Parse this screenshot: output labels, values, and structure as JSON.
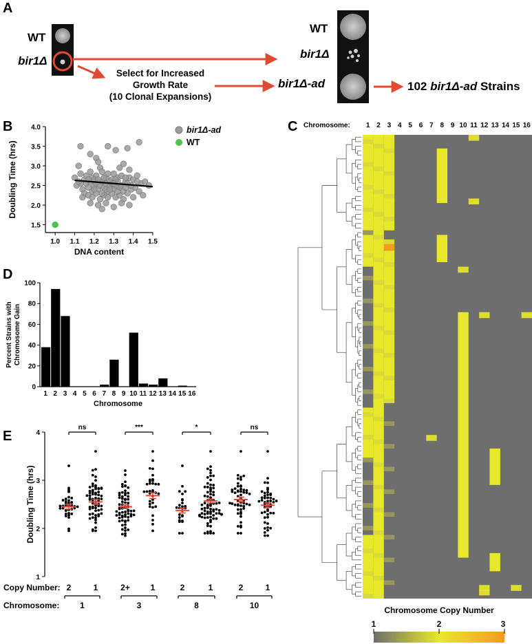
{
  "panel_a": {
    "letter": "A",
    "wt_label": "WT",
    "bir1_label": "bir1Δ",
    "select_text_1": "Select for Increased",
    "select_text_2": "Growth Rate",
    "select_text_3": "(10 Clonal Expansions)",
    "result_wt": "WT",
    "result_bir1": "bir1Δ",
    "result_ad": "bir1Δ-ad",
    "strains_count": "102",
    "strains_name": "bir1Δ-ad",
    "strains_suffix": "Strains",
    "colors": {
      "arrow": "#e04a33",
      "plate": "#111111",
      "circle": "#e04a33"
    }
  },
  "panel_b": {
    "letter": "B",
    "chart_data": {
      "type": "scatter",
      "xlabel": "DNA content",
      "ylabel": "Doubling Time (hrs)",
      "xlim": [
        0.95,
        1.5
      ],
      "ylim": [
        1.3,
        4.0
      ],
      "xticks": [
        "1.0",
        "1.1",
        "1.2",
        "1.3",
        "1.4",
        "1.5"
      ],
      "yticks": [
        "1.5",
        "2.0",
        "2.5",
        "3.0",
        "3.5",
        "4.0"
      ],
      "legend_position": "top-right",
      "series": [
        {
          "name": "bir1Δ-ad",
          "color": "#9a9a9a",
          "points": [
            [
              1.13,
              3.5
            ],
            [
              1.18,
              3.3
            ],
            [
              1.21,
              3.2
            ],
            [
              1.27,
              3.5
            ],
            [
              1.31,
              3.4
            ],
            [
              1.37,
              3.45
            ],
            [
              1.43,
              3.6
            ],
            [
              1.12,
              3.0
            ],
            [
              1.22,
              3.1
            ],
            [
              1.23,
              2.95
            ],
            [
              1.33,
              2.95
            ],
            [
              1.35,
              3.05
            ],
            [
              1.38,
              2.9
            ],
            [
              1.1,
              2.7
            ],
            [
              1.13,
              2.8
            ],
            [
              1.15,
              2.65
            ],
            [
              1.18,
              2.85
            ],
            [
              1.19,
              2.7
            ],
            [
              1.21,
              2.75
            ],
            [
              1.23,
              2.6
            ],
            [
              1.24,
              2.85
            ],
            [
              1.26,
              2.7
            ],
            [
              1.27,
              2.8
            ],
            [
              1.29,
              2.65
            ],
            [
              1.3,
              2.8
            ],
            [
              1.32,
              2.7
            ],
            [
              1.34,
              2.75
            ],
            [
              1.36,
              2.6
            ],
            [
              1.38,
              2.7
            ],
            [
              1.4,
              2.65
            ],
            [
              1.42,
              2.75
            ],
            [
              1.44,
              2.55
            ],
            [
              1.46,
              2.6
            ],
            [
              1.48,
              2.5
            ],
            [
              1.11,
              2.5
            ],
            [
              1.13,
              2.55
            ],
            [
              1.14,
              2.4
            ],
            [
              1.16,
              2.55
            ],
            [
              1.17,
              2.45
            ],
            [
              1.18,
              2.6
            ],
            [
              1.19,
              2.35
            ],
            [
              1.2,
              2.5
            ],
            [
              1.21,
              2.55
            ],
            [
              1.22,
              2.4
            ],
            [
              1.23,
              2.5
            ],
            [
              1.24,
              2.6
            ],
            [
              1.25,
              2.45
            ],
            [
              1.26,
              2.55
            ],
            [
              1.27,
              2.35
            ],
            [
              1.28,
              2.5
            ],
            [
              1.29,
              2.55
            ],
            [
              1.3,
              2.4
            ],
            [
              1.31,
              2.5
            ],
            [
              1.32,
              2.6
            ],
            [
              1.33,
              2.45
            ],
            [
              1.34,
              2.5
            ],
            [
              1.35,
              2.35
            ],
            [
              1.36,
              2.45
            ],
            [
              1.37,
              2.55
            ],
            [
              1.39,
              2.4
            ],
            [
              1.41,
              2.45
            ],
            [
              1.43,
              2.35
            ],
            [
              1.15,
              2.3
            ],
            [
              1.17,
              2.25
            ],
            [
              1.19,
              2.2
            ],
            [
              1.21,
              2.3
            ],
            [
              1.23,
              2.15
            ],
            [
              1.25,
              2.25
            ],
            [
              1.27,
              2.2
            ],
            [
              1.29,
              2.3
            ],
            [
              1.31,
              2.2
            ],
            [
              1.33,
              2.25
            ],
            [
              1.35,
              2.15
            ],
            [
              1.37,
              2.3
            ],
            [
              1.4,
              2.2
            ],
            [
              1.45,
              2.25
            ],
            [
              1.18,
              2.05
            ],
            [
              1.22,
              2.0
            ],
            [
              1.26,
              2.05
            ],
            [
              1.3,
              1.95
            ],
            [
              1.34,
              2.05
            ],
            [
              1.38,
              2.0
            ],
            [
              1.24,
              1.9
            ],
            [
              1.2,
              2.65
            ],
            [
              1.25,
              2.7
            ],
            [
              1.28,
              2.6
            ],
            [
              1.16,
              2.75
            ],
            [
              1.31,
              2.65
            ],
            [
              1.12,
              2.6
            ],
            [
              1.26,
              2.4
            ],
            [
              1.22,
              2.65
            ],
            [
              1.28,
              2.4
            ],
            [
              1.3,
              2.55
            ],
            [
              1.24,
              2.3
            ],
            [
              1.32,
              2.35
            ],
            [
              1.36,
              2.7
            ],
            [
              1.2,
              2.4
            ],
            [
              1.14,
              2.2
            ],
            [
              1.42,
              2.6
            ],
            [
              1.39,
              2.5
            ],
            [
              1.17,
              2.65
            ]
          ]
        },
        {
          "name": "WT",
          "color": "#4cc44c",
          "points": [
            [
              1.0,
              1.5
            ]
          ]
        }
      ],
      "trendline": {
        "x": [
          1.1,
          1.5
        ],
        "y": [
          2.63,
          2.47
        ]
      }
    }
  },
  "panel_c": {
    "letter": "C",
    "chromosome_label": "Chromosome:",
    "columns": [
      "1",
      "2",
      "3",
      "4",
      "5",
      "6",
      "7",
      "8",
      "9",
      "10",
      "11",
      "12",
      "13",
      "14",
      "15",
      "16"
    ],
    "n_rows": 102,
    "legend_title": "Chromosome Copy Number",
    "legend_ticks": [
      "1",
      "2",
      "3"
    ],
    "colors": {
      "base": "#6e6e6e",
      "mid": "#e8e82a",
      "high": "#f59b22"
    },
    "gain_blocks": [
      {
        "col": 1,
        "r0": 0,
        "r1": 20
      },
      {
        "col": 1,
        "r0": 22,
        "r1": 28
      },
      {
        "col": 1,
        "r0": 60,
        "r1": 70
      },
      {
        "col": 1,
        "r0": 88,
        "r1": 101
      },
      {
        "col": 2,
        "r0": 0,
        "r1": 101
      },
      {
        "col": 3,
        "r0": 0,
        "r1": 20
      },
      {
        "col": 3,
        "r0": 23,
        "r1": 58
      },
      {
        "col": 8,
        "r0": 3,
        "r1": 14
      },
      {
        "col": 8,
        "r0": 22,
        "r1": 27
      },
      {
        "col": 10,
        "r0": 39,
        "r1": 92
      },
      {
        "col": 13,
        "r0": 69,
        "r1": 76
      },
      {
        "col": 13,
        "r0": 92,
        "r1": 95
      }
    ],
    "high_cells": [
      {
        "col": 3,
        "r": 24
      }
    ],
    "spots": [
      {
        "col": 11,
        "r": 0
      },
      {
        "col": 11,
        "r": 14
      },
      {
        "col": 10,
        "r": 29
      },
      {
        "col": 12,
        "r": 39
      },
      {
        "col": 16,
        "r": 39
      },
      {
        "col": 7,
        "r": 66
      },
      {
        "col": 12,
        "r": 99
      },
      {
        "col": 15,
        "r": 99
      },
      {
        "col": 12,
        "r": 100
      }
    ]
  },
  "panel_d": {
    "letter": "D",
    "chart_data": {
      "type": "bar",
      "categories": [
        "1",
        "2",
        "3",
        "4",
        "5",
        "6",
        "7",
        "8",
        "9",
        "10",
        "11",
        "12",
        "13",
        "14",
        "15",
        "16"
      ],
      "values": [
        38,
        94,
        68,
        0,
        0,
        0,
        2,
        26,
        0,
        52,
        3,
        2,
        8,
        0,
        1,
        0
      ],
      "xlabel": "Chromosome",
      "ylabel": "Percent Strains with Chromosome Gain",
      "ylabel_lines": [
        "Percent Strains with",
        "Chromosome Gain"
      ],
      "ylim": [
        0,
        100
      ],
      "yticks": [
        "0",
        "20",
        "40",
        "60",
        "80",
        "100"
      ]
    }
  },
  "panel_e": {
    "letter": "E",
    "chart_data": {
      "type": "scatter",
      "ylabel": "Doubling Time (hrs)",
      "ylim": [
        1,
        4
      ],
      "yticks": [
        "1",
        "2",
        "3",
        "4"
      ],
      "copy_number_label": "Copy Number:",
      "chromosome_label": "Chromosome:",
      "groups": [
        {
          "chromosome": "1",
          "pairs": [
            {
              "copy": "2",
              "mean": 2.45,
              "sem": 0.05,
              "n": 36,
              "min": 1.95,
              "max": 3.3
            },
            {
              "copy": "1",
              "mean": 2.55,
              "sem": 0.05,
              "n": 66,
              "min": 1.95,
              "max": 3.6
            }
          ],
          "sig": "ns"
        },
        {
          "chromosome": "3",
          "pairs": [
            {
              "copy": "2+",
              "mean": 2.45,
              "sem": 0.04,
              "n": 68,
              "min": 1.85,
              "max": 3.2
            },
            {
              "copy": "1",
              "mean": 2.68,
              "sem": 0.06,
              "n": 34,
              "min": 1.95,
              "max": 3.6
            }
          ],
          "sig": "***"
        },
        {
          "chromosome": "8",
          "pairs": [
            {
              "copy": "2",
              "mean": 2.37,
              "sem": 0.05,
              "n": 26,
              "min": 1.9,
              "max": 3.3
            },
            {
              "copy": "1",
              "mean": 2.57,
              "sem": 0.04,
              "n": 76,
              "min": 1.9,
              "max": 3.6
            }
          ],
          "sig": "*"
        },
        {
          "chromosome": "10",
          "pairs": [
            {
              "copy": "2",
              "mean": 2.6,
              "sem": 0.05,
              "n": 53,
              "min": 1.9,
              "max": 3.6
            },
            {
              "copy": "1",
              "mean": 2.48,
              "sem": 0.05,
              "n": 49,
              "min": 1.85,
              "max": 3.6
            }
          ],
          "sig": "ns"
        }
      ],
      "mean_color": "#e0493a"
    }
  }
}
